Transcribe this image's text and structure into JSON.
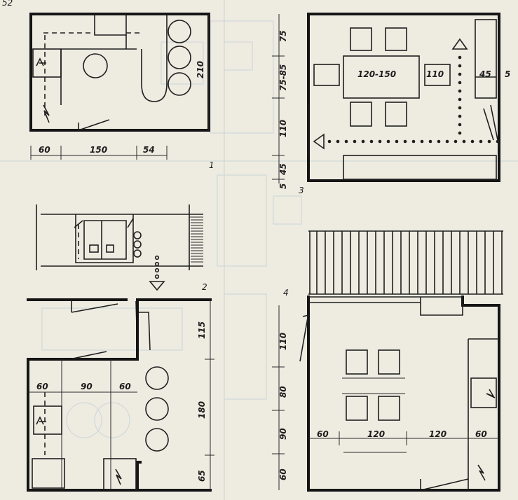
{
  "page_number": "52",
  "figures": [
    {
      "label": "1",
      "dimensions_horizontal": [
        "60",
        "150",
        "54"
      ],
      "dimensions_vertical": [
        "210"
      ]
    },
    {
      "label": "2"
    },
    {
      "label": "3",
      "dimensions_vertical": [
        "75",
        "75-85",
        "110",
        "45",
        "5"
      ],
      "dimensions_horizontal": [
        "120-150",
        "110",
        "45",
        "5"
      ]
    },
    {
      "label": "4",
      "dimensions_vertical": [
        "110",
        "80",
        "90",
        "60"
      ],
      "dimensions_horizontal": [
        "60",
        "120",
        "120",
        "60"
      ]
    },
    {
      "label": "",
      "dimensions_horizontal": [
        "60",
        "90",
        "60"
      ],
      "dimensions_vertical": [
        "115",
        "180",
        "65"
      ]
    }
  ]
}
